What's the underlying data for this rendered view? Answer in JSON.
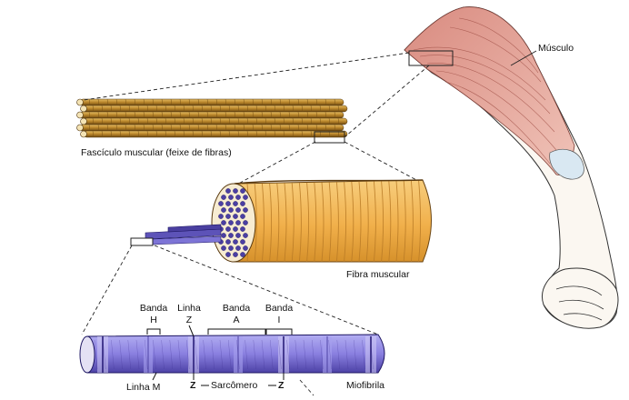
{
  "labels": {
    "muscle": "Músculo",
    "fascicle": "Fascículo muscular (feixe de fibras)",
    "fiber": "Fibra muscular",
    "band_h_1": "Banda",
    "band_h_2": "H",
    "z_line_1": "Linha",
    "z_line_2": "Z",
    "band_a_1": "Banda",
    "band_a_2": "A",
    "band_i_1": "Banda",
    "band_i_2": "I",
    "m_line": "Linha M",
    "z_left": "Z",
    "sarcomere": "Sarcômero",
    "z_right": "Z",
    "myofibril": "Miofibrila"
  },
  "colors": {
    "arm_fill": "#fbf7f1",
    "muscle_fill": "#e5a79c",
    "fascicle_fill": "#c8902e",
    "fiber_fill": "#f2b552",
    "myofibril_fill": "#8f86e6",
    "myofibril_dark": "#3d2f8f",
    "tendon": "#d9e8f2"
  }
}
